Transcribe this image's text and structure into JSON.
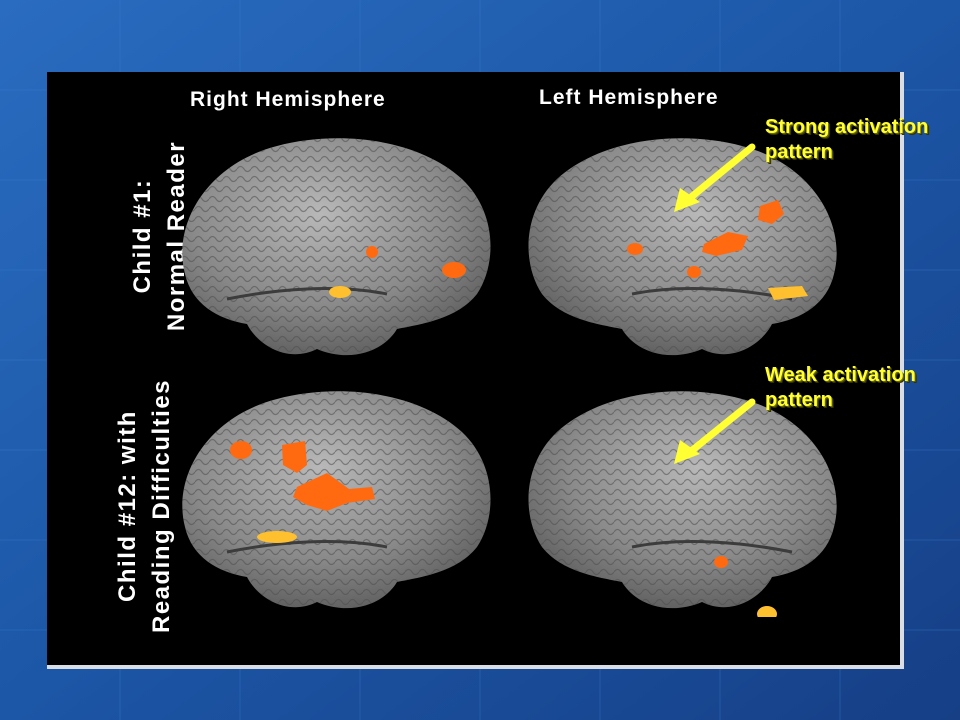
{
  "panel": {
    "right_hemisphere_label": "Right Hemisphere",
    "left_hemisphere_label": "Left Hemisphere"
  },
  "rows": {
    "child1": {
      "line1": "Child #1:",
      "line2": "Normal Reader"
    },
    "child12": {
      "line1": "Child #12: with",
      "line2": "Reading Difficulties"
    }
  },
  "callouts": {
    "strong": {
      "line1": "Strong activation",
      "line2": "pattern"
    },
    "weak": {
      "line1": "Weak activation",
      "line2": "pattern"
    }
  },
  "colors": {
    "slide_background": "#1f5fb0",
    "panel_background": "#000000",
    "brain_gray": "#8c8c8c",
    "activation_orange": "#ff6a10",
    "activation_yellow": "#ffc030",
    "callout_yellow": "#ffff33"
  }
}
